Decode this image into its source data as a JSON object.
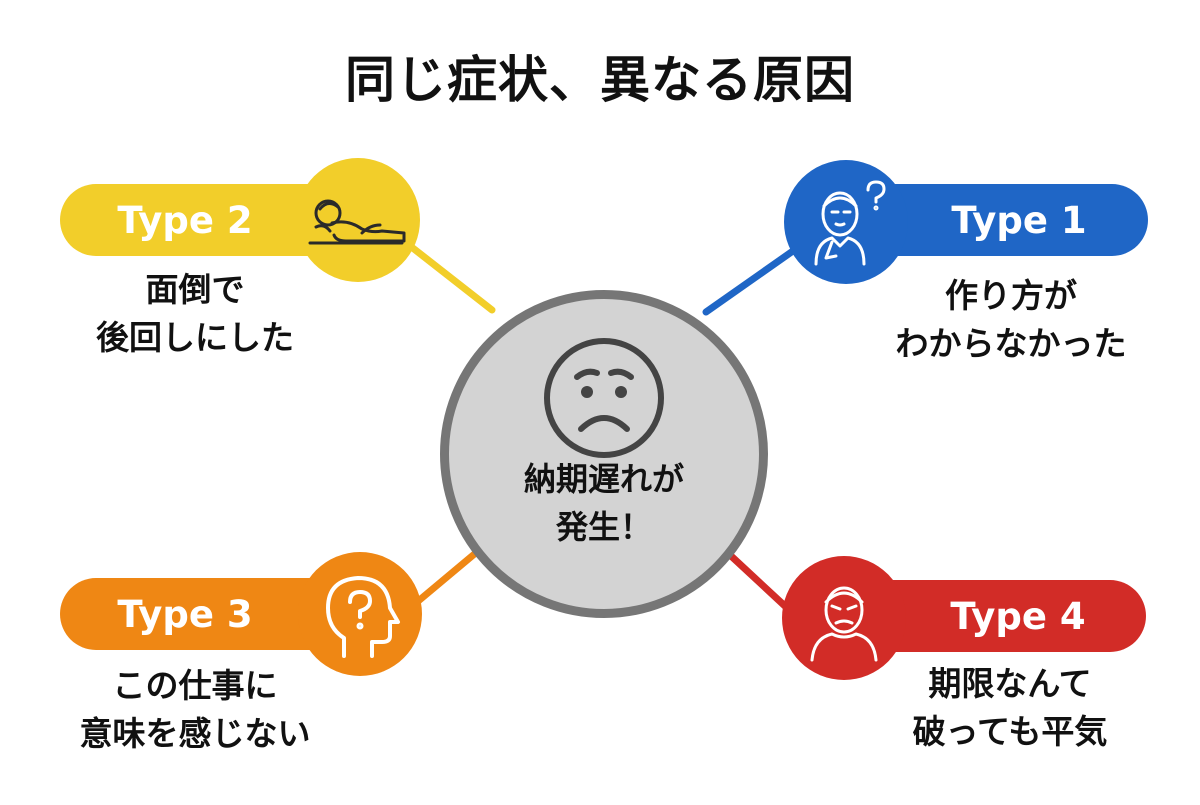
{
  "title": "同じ症状、異なる原因",
  "center": {
    "line1": "納期遅れが",
    "line2": "発生！",
    "icon": "worried-face-icon"
  },
  "types": {
    "t1": {
      "label": "Type 1",
      "line1": "作り方が",
      "line2": "わからなかった",
      "icon": "thinking-person-icon",
      "color": "#1f66c6"
    },
    "t2": {
      "label": "Type 2",
      "line1": "面倒で",
      "line2": "後回しにした",
      "icon": "lying-down-person-icon",
      "color": "#f2ce2a"
    },
    "t3": {
      "label": "Type 3",
      "line1": "この仕事に",
      "line2": "意味を感じない",
      "icon": "head-question-icon",
      "color": "#ef8714"
    },
    "t4": {
      "label": "Type 4",
      "line1": "期限なんて",
      "line2": "破っても平気",
      "icon": "frowning-person-icon",
      "color": "#d22c27"
    }
  }
}
